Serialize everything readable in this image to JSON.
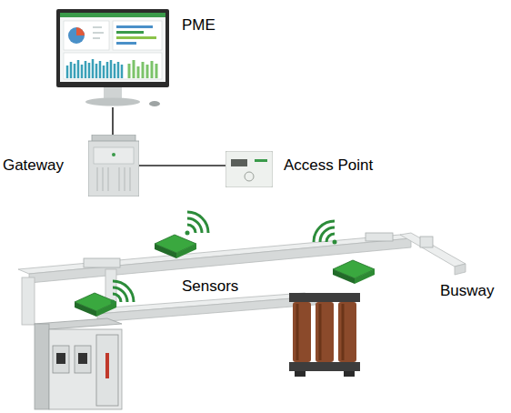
{
  "diagram": {
    "nodes": [
      {
        "text": [
          "PME"
        ]
      },
      {
        "text": [
          "Gateway"
        ]
      },
      {
        "text": [
          "Access Point"
        ]
      }
    ],
    "edges": [
      {
        "from": 0,
        "to": 1,
        "arrow": "none"
      },
      {
        "from": 1,
        "to": 2,
        "arrow": "none"
      }
    ],
    "labels": [
      "Sensors",
      "Busway"
    ]
  }
}
